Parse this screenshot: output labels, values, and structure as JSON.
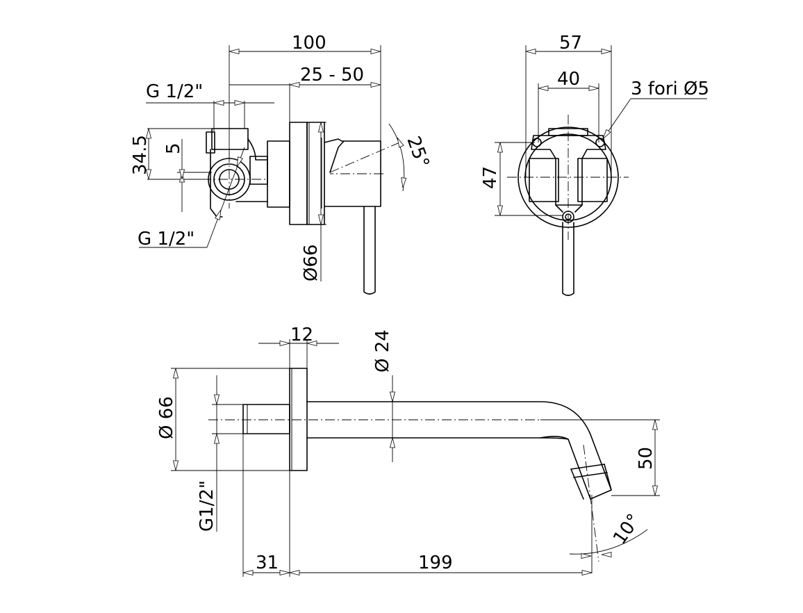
{
  "dimensions": {
    "side_total_width": "100",
    "side_wall_range": "25 - 50",
    "side_inlet_top": "G 1/2\"",
    "side_inlet_bottom": "G 1/2\"",
    "side_height": "34.5",
    "side_offset": "5",
    "side_plate_diameter": "Ø66",
    "side_lever_angle": "25°",
    "front_width": "57",
    "front_hole_spacing": "40",
    "front_holes": "3 fori Ø5",
    "front_height": "47",
    "spout_plate_thickness": "12",
    "spout_pipe_diameter": "Ø 24",
    "spout_plate_diameter": "Ø 66",
    "spout_thread": "G1/2\"",
    "spout_drop": "50",
    "spout_tilt": "10°",
    "spout_thread_length": "31",
    "spout_projection": "199"
  }
}
